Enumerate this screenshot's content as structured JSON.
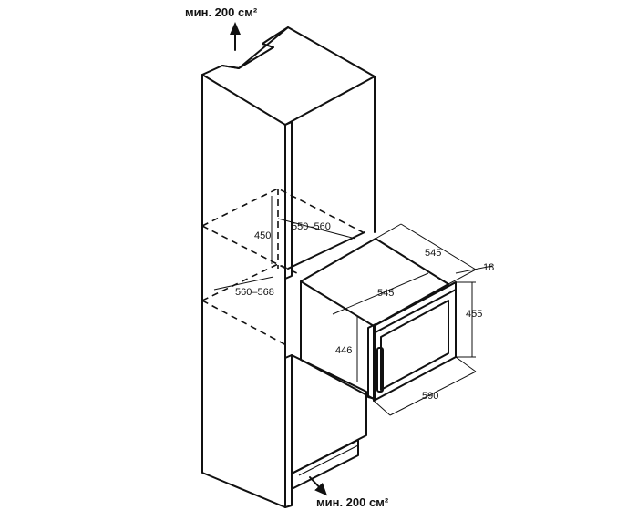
{
  "notes": {
    "vent_top": "мин. 200 см²",
    "vent_bottom": "мин. 200 см²"
  },
  "dimensions": {
    "niche_height": "450",
    "niche_depth": "550–560",
    "niche_width": "560–568",
    "oven_depth_top": "545",
    "oven_depth_inner": "545",
    "front_panel_thickness": "18",
    "front_height": "455",
    "body_height": "446",
    "front_width": "590"
  },
  "icons": {
    "airflow_arrow": "arrow-up-icon"
  }
}
